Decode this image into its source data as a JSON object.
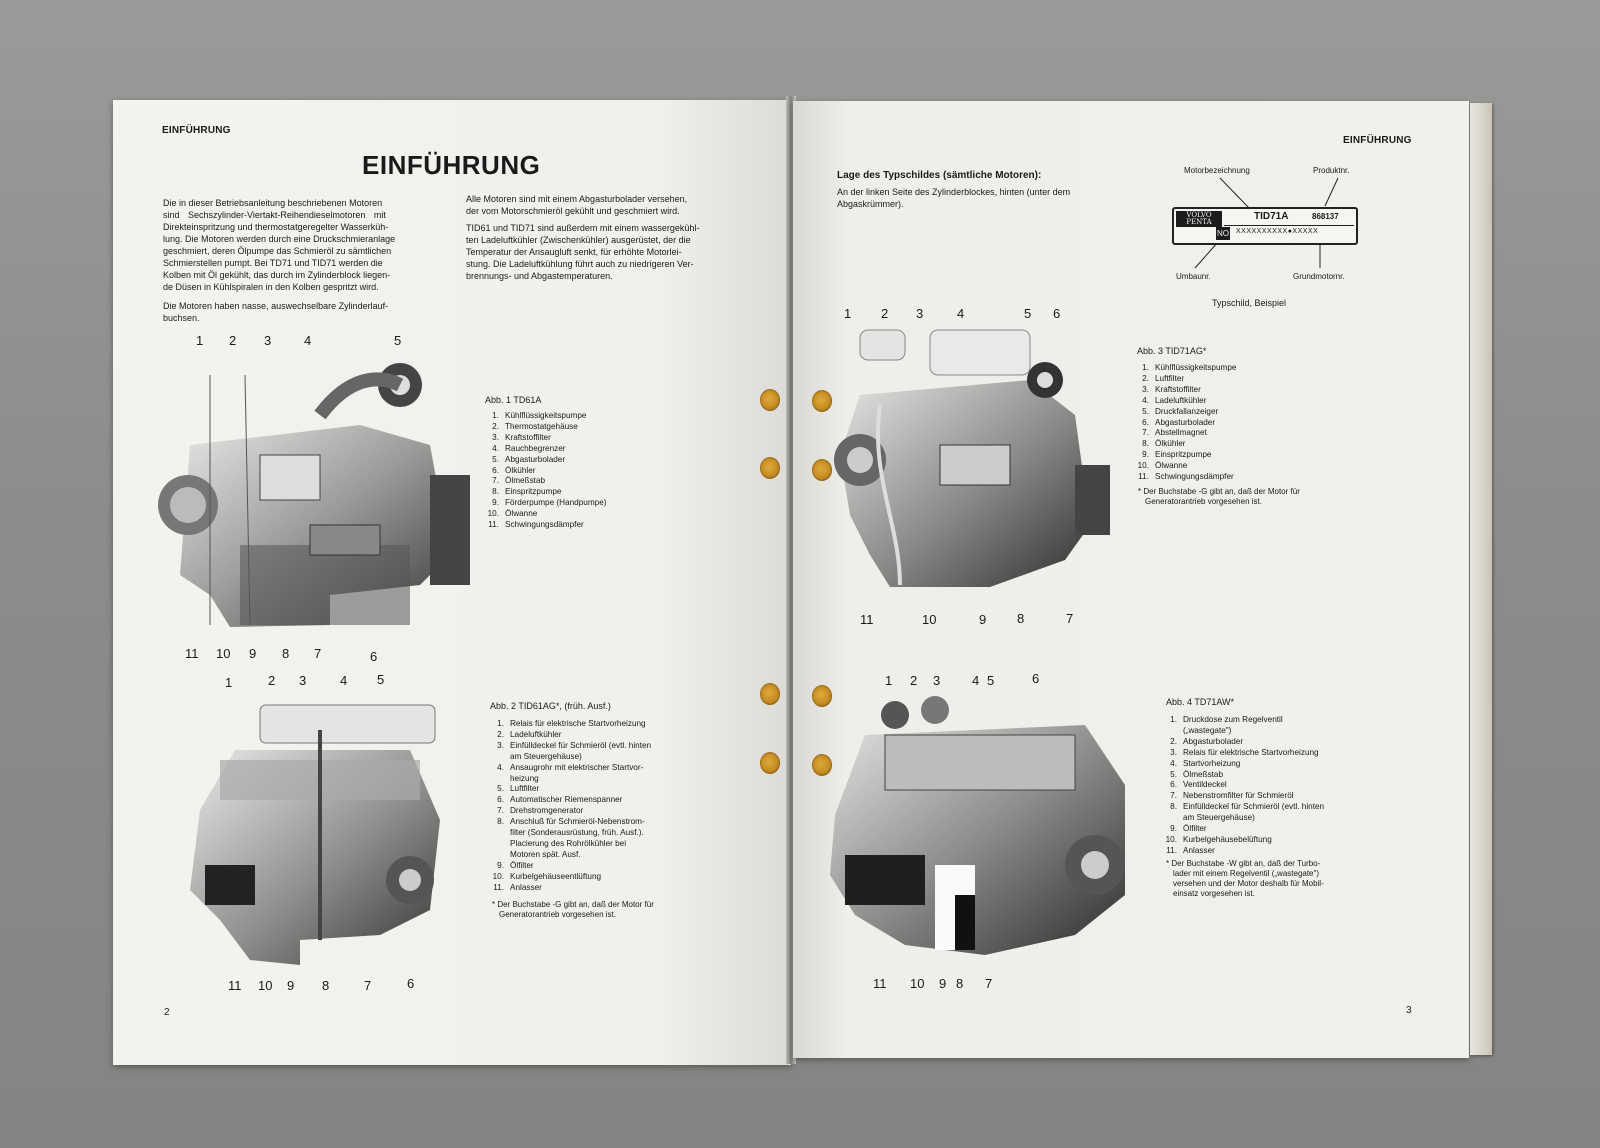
{
  "left_page": {
    "running_header": "EINFÜHRUNG",
    "title": "EINFÜHRUNG",
    "col1": {
      "lines": [
        "Die in dieser Betriebsanleitung beschriebenen Motoren",
        "sind Sechszylinder-Viertakt-Reihendieselmotoren mit",
        "Direkteinspritzung und thermostatgeregelter Wasserküh-",
        "lung. Die Motoren werden durch eine Druckschmieranlage",
        "geschmiert, deren Ölpumpe das Schmieröl zu sämtlichen",
        "Schmierstellen pumpt. Bei TD71 und TID71 werden die",
        "Kolben mit Öl gekühlt, das durch im Zylinderblock liegen-",
        "de Düsen in Kühlspiralen in den Kolben gespritzt wird."
      ],
      "p2_lines": [
        "Die Motoren haben nasse, auswechselbare Zylinderlauf-",
        "buchsen."
      ]
    },
    "col2": {
      "p1_lines": [
        "Alle Motoren sind mit einem Abgasturbolader versehen,",
        "der vom Motorschmieröl gekühlt und geschmiert wird."
      ],
      "p2_lines": [
        "TID61 und TID71 sind außerdem mit einem wassergekühl-",
        "ten Ladeluftkühler (Zwischenkühler) ausgerüstet, der die",
        "Temperatur der Ansaugluft senkt, für erhöhte Motorlei-",
        "stung. Die Ladeluftkühlung führt auch zu niedrigeren Ver-",
        "brennungs- und Abgastemperaturen."
      ]
    },
    "fig1": {
      "caption": "Abb. 1 TD61A",
      "items": [
        {
          "n": "1.",
          "t": "Kühlflüssigkeitspumpe"
        },
        {
          "n": "2.",
          "t": "Thermostatgehäuse"
        },
        {
          "n": "3.",
          "t": "Kraftstoffilter"
        },
        {
          "n": "4.",
          "t": "Rauchbegrenzer"
        },
        {
          "n": "5.",
          "t": "Abgasturbolader"
        },
        {
          "n": "6.",
          "t": "Ölkühler"
        },
        {
          "n": "7.",
          "t": "Ölmeßstab"
        },
        {
          "n": "8.",
          "t": "Einspritzpumpe"
        },
        {
          "n": "9.",
          "t": "Förderpumpe (Handpumpe)"
        },
        {
          "n": "10.",
          "t": "Ölwanne"
        },
        {
          "n": "11.",
          "t": "Schwingungsdämpfer"
        }
      ],
      "top_labels": [
        "1",
        "2",
        "3",
        "4",
        "5"
      ],
      "bottom_labels": [
        "11",
        "10",
        "9",
        "8",
        "7",
        "6"
      ]
    },
    "fig2": {
      "caption": "Abb. 2 TID61AG*, (früh. Ausf.)",
      "items": [
        {
          "n": "1.",
          "t": "Relais für elektrische Startvorheizung"
        },
        {
          "n": "2.",
          "t": "Ladeluftkühler"
        },
        {
          "n": "3.",
          "t": "Einfülldeckel für Schmieröl (evtl. hinten"
        },
        {
          "n": "",
          "t": "am Steuergehäuse)"
        },
        {
          "n": "4.",
          "t": "Ansaugrohr mit elektrischer Startvor-"
        },
        {
          "n": "",
          "t": "heizung"
        },
        {
          "n": "5.",
          "t": "Luftfilter"
        },
        {
          "n": "6.",
          "t": "Automatischer Riemenspanner"
        },
        {
          "n": "7.",
          "t": "Drehstromgenerator"
        },
        {
          "n": "8.",
          "t": "Anschluß für Schmieröl-Nebenstrom-"
        },
        {
          "n": "",
          "t": "filter (Sonderausrüstung, früh. Ausf.)."
        },
        {
          "n": "",
          "t": "Placierung des Rohrölkühler bei"
        },
        {
          "n": "",
          "t": "Motoren spät. Ausf."
        },
        {
          "n": "9.",
          "t": "Ölfilter"
        },
        {
          "n": "10.",
          "t": "Kurbelgehäuseentlüftung"
        },
        {
          "n": "11.",
          "t": "Anlasser"
        }
      ],
      "note_lines": [
        "* Der Buchstabe -G gibt an, daß der Motor für",
        "Generatorantrieb vorgesehen ist."
      ],
      "top_labels": [
        "1",
        "2",
        "3",
        "4",
        "5"
      ],
      "bottom_labels": [
        "11",
        "10",
        "9",
        "8",
        "7",
        "6"
      ]
    },
    "page_number": "2"
  },
  "right_page": {
    "running_header": "EINFÜHRUNG",
    "plate_section": {
      "heading": "Lage des Typschildes (sämtliche Motoren):",
      "lines": [
        "An der linken Seite des Zylinderblockes, hinten (unter dem",
        "Abgaskrümmer)."
      ],
      "label_motorbezeichnung": "Motorbezeichnung",
      "label_produktnr": "Produktnr.",
      "label_umbaunr": "Umbaunr.",
      "label_grundmotornr": "Grundmotornr.",
      "plate_logo_1": "VOLVO",
      "plate_logo_2": "PENTA",
      "plate_model": "TID71A",
      "plate_number": "868137",
      "plate_no_label": "NO",
      "plate_serial": "XXXXXXXXXX●XXXXX",
      "caption": "Typschild, Beispiel"
    },
    "fig3": {
      "caption": "Abb. 3 TID71AG*",
      "items": [
        {
          "n": "1.",
          "t": "Kühlflüssigkeitspumpe"
        },
        {
          "n": "2.",
          "t": "Luftfilter"
        },
        {
          "n": "3.",
          "t": "Kraftstoffilter"
        },
        {
          "n": "4.",
          "t": "Ladeluftkühler"
        },
        {
          "n": "5.",
          "t": "Druckfallanzeiger"
        },
        {
          "n": "6.",
          "t": "Abgasturbolader"
        },
        {
          "n": "7.",
          "t": "Abstellmagnet"
        },
        {
          "n": "8.",
          "t": "Ölkühler"
        },
        {
          "n": "9.",
          "t": "Einspritzpumpe"
        },
        {
          "n": "10.",
          "t": "Ölwanne"
        },
        {
          "n": "11.",
          "t": "Schwingungsdämpfer"
        }
      ],
      "note_lines": [
        "* Der Buchstabe -G gibt an, daß der Motor für",
        "Generatorantrieb vorgesehen ist."
      ],
      "top_labels": [
        "1",
        "2",
        "3",
        "4",
        "5",
        "6"
      ],
      "bottom_labels": [
        "11",
        "10",
        "9",
        "8",
        "7"
      ]
    },
    "fig4": {
      "caption": "Abb. 4 TD71AW*",
      "items": [
        {
          "n": "1.",
          "t": "Druckdose zum Regelventil"
        },
        {
          "n": "",
          "t": "(„wastegate\")"
        },
        {
          "n": "2.",
          "t": "Abgasturbolader"
        },
        {
          "n": "3.",
          "t": "Relais für elektrische Startvorheizung"
        },
        {
          "n": "4.",
          "t": "Startvorheizung"
        },
        {
          "n": "5.",
          "t": "Ölmeßstab"
        },
        {
          "n": "6.",
          "t": "Ventildeckel"
        },
        {
          "n": "7.",
          "t": "Nebenstromfilter für Schmieröl"
        },
        {
          "n": "8.",
          "t": "Einfülldeckel für Schmieröl (evtl. hinten"
        },
        {
          "n": "",
          "t": "am Steuergehäuse)"
        },
        {
          "n": "9.",
          "t": "Ölfilter"
        },
        {
          "n": "10.",
          "t": "Kurbelgehäusebelüftung"
        },
        {
          "n": "11.",
          "t": "Anlasser"
        }
      ],
      "note_lines": [
        "* Der Buchstabe -W gibt an, daß der Turbo-",
        "lader mit einem Regelventil („wastegate\")",
        "versehen und der Motor deshalb für Mobil-",
        "einsatz vorgesehen ist."
      ],
      "top_labels": [
        "1",
        "2",
        "3",
        "4",
        "5",
        "6"
      ],
      "bottom_labels": [
        "11",
        "10",
        "9",
        "8",
        "7"
      ]
    },
    "page_number": "3"
  }
}
